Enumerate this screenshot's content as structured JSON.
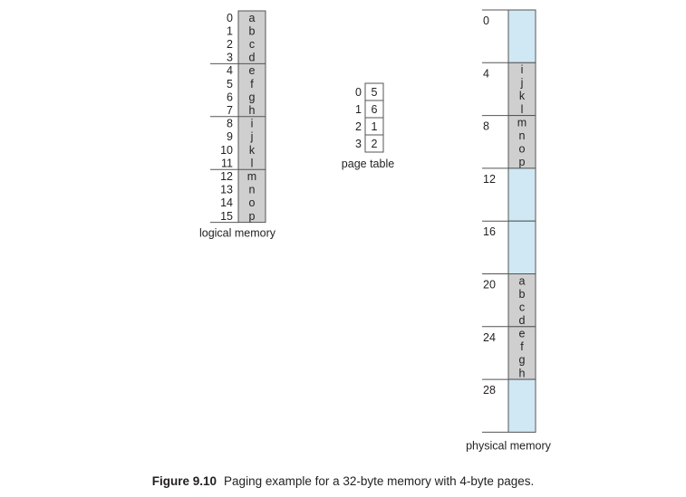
{
  "logical_memory": {
    "label": "logical memory",
    "addresses": [
      "0",
      "1",
      "2",
      "3",
      "4",
      "5",
      "6",
      "7",
      "8",
      "9",
      "10",
      "11",
      "12",
      "13",
      "14",
      "15"
    ],
    "bytes": [
      "a",
      "b",
      "c",
      "d",
      "e",
      "f",
      "g",
      "h",
      "i",
      "j",
      "k",
      "l",
      "m",
      "n",
      "o",
      "p"
    ],
    "fill_color": "#cfcfcf"
  },
  "page_table": {
    "label": "page table",
    "pages": [
      "0",
      "1",
      "2",
      "3"
    ],
    "frames": [
      "5",
      "6",
      "1",
      "2"
    ]
  },
  "physical_memory": {
    "label": "physical memory",
    "frame_addresses": [
      "0",
      "4",
      "8",
      "12",
      "16",
      "20",
      "24",
      "28"
    ],
    "frames": [
      {
        "contents": [],
        "color": "#cfe8f3"
      },
      {
        "contents": [
          "i",
          "j",
          "k",
          "l"
        ],
        "color": "#cfcfcf"
      },
      {
        "contents": [
          "m",
          "n",
          "o",
          "p"
        ],
        "color": "#cfcfcf"
      },
      {
        "contents": [],
        "color": "#cfe8f3"
      },
      {
        "contents": [],
        "color": "#cfe8f3"
      },
      {
        "contents": [
          "a",
          "b",
          "c",
          "d"
        ],
        "color": "#cfcfcf"
      },
      {
        "contents": [
          "e",
          "f",
          "g",
          "h"
        ],
        "color": "#cfcfcf"
      },
      {
        "contents": [],
        "color": "#cfe8f3"
      }
    ]
  },
  "caption": {
    "number": "Figure 9.10",
    "text": "Paging example for a 32-byte memory with 4-byte pages."
  }
}
